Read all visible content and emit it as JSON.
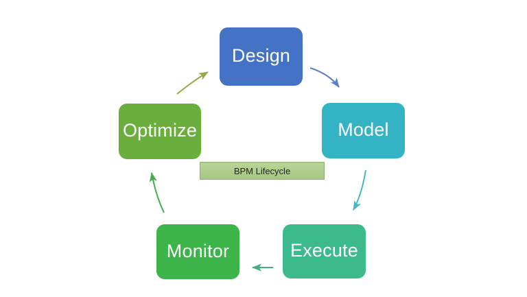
{
  "diagram": {
    "title": "BPM Lifecycle",
    "center_label": {
      "text": "BPM Lifecycle",
      "fill_color": "#aecd8c",
      "border_color": "#8cb06b",
      "text_color": "#262626"
    },
    "background_color": "#ffffff",
    "nodes": [
      {
        "id": "design",
        "label": "Design",
        "color": "#4472c4",
        "text_color": "#ffffff",
        "position": "top"
      },
      {
        "id": "model",
        "label": "Model",
        "color": "#34b3c4",
        "text_color": "#ffffff",
        "position": "right"
      },
      {
        "id": "execute",
        "label": "Execute",
        "color": "#3cba8c",
        "text_color": "#ffffff",
        "position": "bottom-right"
      },
      {
        "id": "monitor",
        "label": "Monitor",
        "color": "#3cb44a",
        "text_color": "#ffffff",
        "position": "bottom-left"
      },
      {
        "id": "optimize",
        "label": "Optimize",
        "color": "#6aae3e",
        "text_color": "#ffffff",
        "position": "left"
      }
    ],
    "arrows": [
      {
        "id": "design-to-model",
        "from": "design",
        "to": "model",
        "color": "#5b7fc7",
        "direction": "clockwise"
      },
      {
        "id": "model-to-execute",
        "from": "model",
        "to": "execute",
        "color": "#43b8c4",
        "direction": "clockwise"
      },
      {
        "id": "execute-to-monitor",
        "from": "execute",
        "to": "monitor",
        "color": "#45b07e",
        "direction": "clockwise"
      },
      {
        "id": "monitor-to-optimize",
        "from": "monitor",
        "to": "optimize",
        "color": "#44ad4e",
        "direction": "clockwise"
      },
      {
        "id": "optimize-to-design",
        "from": "optimize",
        "to": "design",
        "color": "#9aa84a",
        "direction": "clockwise"
      }
    ]
  }
}
